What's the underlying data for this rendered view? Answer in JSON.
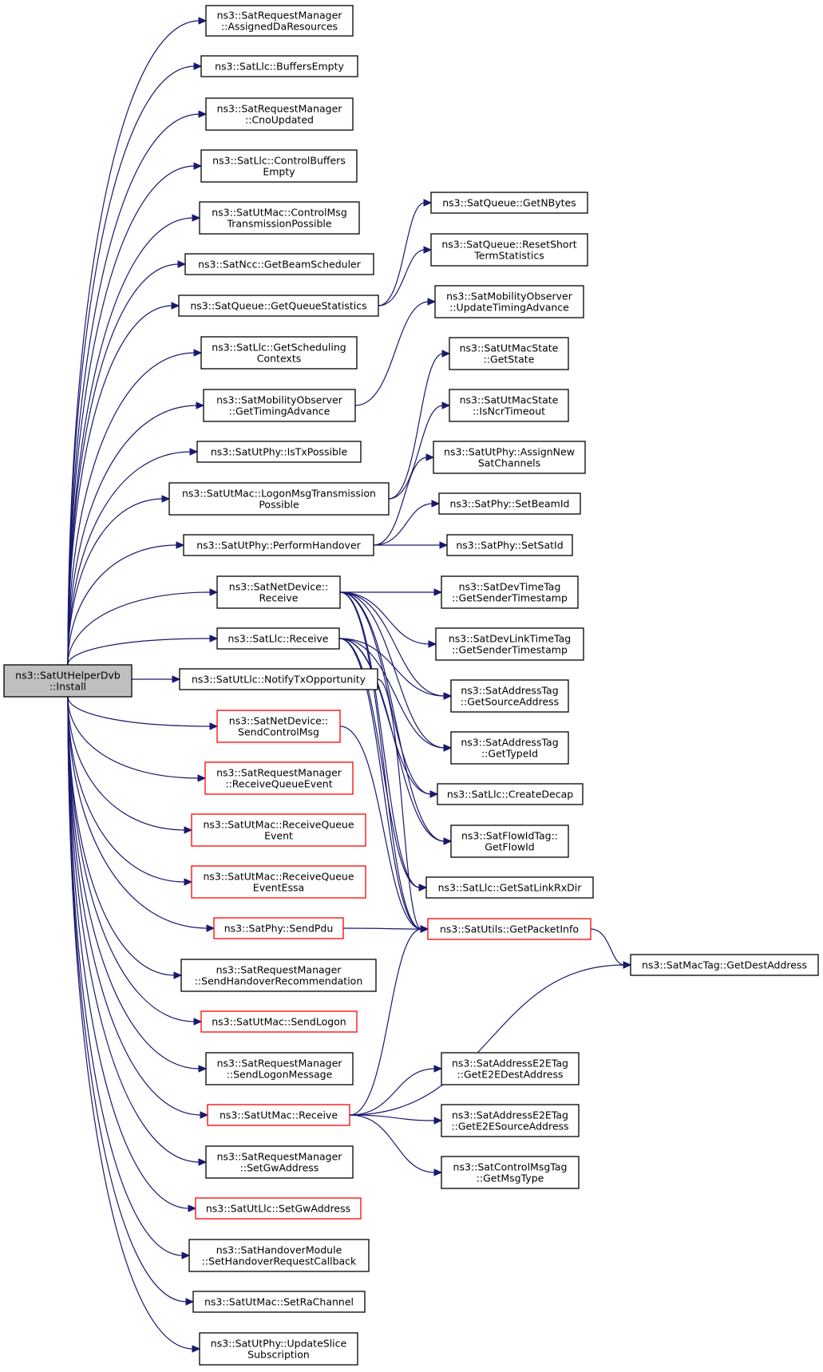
{
  "colors": {
    "edge": "#191970",
    "border_normal": "#000000",
    "border_truncated": "#ff0000",
    "root_fill": "#bfbfbf",
    "node_fill": "#ffffff"
  },
  "nodes": [
    {
      "id": "root",
      "lines": [
        "ns3::SatUtHelperDvb",
        "::Install"
      ],
      "style": "root"
    },
    {
      "id": "n1",
      "lines": [
        "ns3::SatRequestManager",
        "::AssignedDaResources"
      ],
      "style": "normal"
    },
    {
      "id": "n2",
      "lines": [
        "ns3::SatLlc::BuffersEmpty"
      ],
      "style": "normal"
    },
    {
      "id": "n3",
      "lines": [
        "ns3::SatRequestManager",
        "::CnoUpdated"
      ],
      "style": "normal"
    },
    {
      "id": "n4",
      "lines": [
        "ns3::SatLlc::ControlBuffers",
        "Empty"
      ],
      "style": "normal"
    },
    {
      "id": "n5",
      "lines": [
        "ns3::SatUtMac::ControlMsg",
        "TransmissionPossible"
      ],
      "style": "normal"
    },
    {
      "id": "n6",
      "lines": [
        "ns3::SatNcc::GetBeamScheduler"
      ],
      "style": "normal"
    },
    {
      "id": "n7",
      "lines": [
        "ns3::SatQueue::GetQueueStatistics"
      ],
      "style": "normal"
    },
    {
      "id": "n8",
      "lines": [
        "ns3::SatLlc::GetScheduling",
        "Contexts"
      ],
      "style": "normal"
    },
    {
      "id": "n9",
      "lines": [
        "ns3::SatMobilityObserver",
        "::GetTimingAdvance"
      ],
      "style": "normal"
    },
    {
      "id": "n10",
      "lines": [
        "ns3::SatUtPhy::IsTxPossible"
      ],
      "style": "normal"
    },
    {
      "id": "n11",
      "lines": [
        "ns3::SatUtMac::LogonMsgTransmission",
        "Possible"
      ],
      "style": "normal"
    },
    {
      "id": "n12",
      "lines": [
        "ns3::SatUtPhy::PerformHandover"
      ],
      "style": "normal"
    },
    {
      "id": "n13",
      "lines": [
        "ns3::SatNetDevice::",
        "Receive"
      ],
      "style": "normal"
    },
    {
      "id": "n14",
      "lines": [
        "ns3::SatLlc::Receive"
      ],
      "style": "normal"
    },
    {
      "id": "n15",
      "lines": [
        "ns3::SatUtLlc::NotifyTxOpportunity"
      ],
      "style": "normal"
    },
    {
      "id": "n16",
      "lines": [
        "ns3::SatNetDevice::",
        "SendControlMsg"
      ],
      "style": "truncated"
    },
    {
      "id": "n17",
      "lines": [
        "ns3::SatRequestManager",
        "::ReceiveQueueEvent"
      ],
      "style": "truncated"
    },
    {
      "id": "n18",
      "lines": [
        "ns3::SatUtMac::ReceiveQueue",
        "Event"
      ],
      "style": "truncated"
    },
    {
      "id": "n19",
      "lines": [
        "ns3::SatUtMac::ReceiveQueue",
        "EventEssa"
      ],
      "style": "truncated"
    },
    {
      "id": "n20",
      "lines": [
        "ns3::SatPhy::SendPdu"
      ],
      "style": "truncated"
    },
    {
      "id": "n21",
      "lines": [
        "ns3::SatRequestManager",
        "::SendHandoverRecommendation"
      ],
      "style": "normal"
    },
    {
      "id": "n22",
      "lines": [
        "ns3::SatUtMac::SendLogon"
      ],
      "style": "truncated"
    },
    {
      "id": "n23",
      "lines": [
        "ns3::SatRequestManager",
        "::SendLogonMessage"
      ],
      "style": "normal"
    },
    {
      "id": "n24",
      "lines": [
        "ns3::SatUtMac::Receive"
      ],
      "style": "truncated"
    },
    {
      "id": "n25",
      "lines": [
        "ns3::SatRequestManager",
        "::SetGwAddress"
      ],
      "style": "normal"
    },
    {
      "id": "n26",
      "lines": [
        "ns3::SatUtLlc::SetGwAddress"
      ],
      "style": "truncated"
    },
    {
      "id": "n27",
      "lines": [
        "ns3::SatHandoverModule",
        "::SetHandoverRequestCallback"
      ],
      "style": "normal"
    },
    {
      "id": "n28",
      "lines": [
        "ns3::SatUtMac::SetRaChannel"
      ],
      "style": "normal"
    },
    {
      "id": "n29",
      "lines": [
        "ns3::SatUtPhy::UpdateSlice",
        "Subscription"
      ],
      "style": "normal"
    },
    {
      "id": "m1",
      "lines": [
        "ns3::SatQueue::GetNBytes"
      ],
      "style": "normal"
    },
    {
      "id": "m2",
      "lines": [
        "ns3::SatQueue::ResetShort",
        "TermStatistics"
      ],
      "style": "normal"
    },
    {
      "id": "m3",
      "lines": [
        "ns3::SatMobilityObserver",
        "::UpdateTimingAdvance"
      ],
      "style": "normal"
    },
    {
      "id": "m4",
      "lines": [
        "ns3::SatUtMacState",
        "::GetState"
      ],
      "style": "normal"
    },
    {
      "id": "m5",
      "lines": [
        "ns3::SatUtMacState",
        "::IsNcrTimeout"
      ],
      "style": "normal"
    },
    {
      "id": "m6",
      "lines": [
        "ns3::SatUtPhy::AssignNew",
        "SatChannels"
      ],
      "style": "normal"
    },
    {
      "id": "m7",
      "lines": [
        "ns3::SatPhy::SetBeamId"
      ],
      "style": "normal"
    },
    {
      "id": "m8",
      "lines": [
        "ns3::SatPhy::SetSatId"
      ],
      "style": "normal"
    },
    {
      "id": "m9",
      "lines": [
        "ns3::SatDevTimeTag",
        "::GetSenderTimestamp"
      ],
      "style": "normal"
    },
    {
      "id": "m10",
      "lines": [
        "ns3::SatDevLinkTimeTag",
        "::GetSenderTimestamp"
      ],
      "style": "normal"
    },
    {
      "id": "m11",
      "lines": [
        "ns3::SatAddressTag",
        "::GetSourceAddress"
      ],
      "style": "normal"
    },
    {
      "id": "m12",
      "lines": [
        "ns3::SatAddressTag",
        "::GetTypeId"
      ],
      "style": "normal"
    },
    {
      "id": "m13",
      "lines": [
        "ns3::SatLlc::CreateDecap"
      ],
      "style": "normal"
    },
    {
      "id": "m14",
      "lines": [
        "ns3::SatFlowIdTag::",
        "GetFlowId"
      ],
      "style": "normal"
    },
    {
      "id": "m15",
      "lines": [
        "ns3::SatLlc::GetSatLinkRxDir"
      ],
      "style": "normal"
    },
    {
      "id": "m16",
      "lines": [
        "ns3::SatUtils::GetPacketInfo"
      ],
      "style": "truncated"
    },
    {
      "id": "m17",
      "lines": [
        "ns3::SatAddressE2ETag",
        "::GetE2EDestAddress"
      ],
      "style": "normal"
    },
    {
      "id": "m18",
      "lines": [
        "ns3::SatAddressE2ETag",
        "::GetE2ESourceAddress"
      ],
      "style": "normal"
    },
    {
      "id": "m19",
      "lines": [
        "ns3::SatControlMsgTag",
        "::GetMsgType"
      ],
      "style": "normal"
    },
    {
      "id": "m20",
      "lines": [
        "ns3::SatMacTag::GetDestAddress"
      ],
      "style": "normal"
    }
  ],
  "edges": [
    [
      "root",
      "n1"
    ],
    [
      "root",
      "n2"
    ],
    [
      "root",
      "n3"
    ],
    [
      "root",
      "n4"
    ],
    [
      "root",
      "n5"
    ],
    [
      "root",
      "n6"
    ],
    [
      "root",
      "n7"
    ],
    [
      "root",
      "n8"
    ],
    [
      "root",
      "n9"
    ],
    [
      "root",
      "n10"
    ],
    [
      "root",
      "n11"
    ],
    [
      "root",
      "n12"
    ],
    [
      "root",
      "n13"
    ],
    [
      "root",
      "n14"
    ],
    [
      "root",
      "n15"
    ],
    [
      "root",
      "n16"
    ],
    [
      "root",
      "n17"
    ],
    [
      "root",
      "n18"
    ],
    [
      "root",
      "n19"
    ],
    [
      "root",
      "n20"
    ],
    [
      "root",
      "n21"
    ],
    [
      "root",
      "n22"
    ],
    [
      "root",
      "n23"
    ],
    [
      "root",
      "n24"
    ],
    [
      "root",
      "n25"
    ],
    [
      "root",
      "n26"
    ],
    [
      "root",
      "n27"
    ],
    [
      "root",
      "n28"
    ],
    [
      "root",
      "n29"
    ],
    [
      "n7",
      "m1"
    ],
    [
      "n7",
      "m2"
    ],
    [
      "n9",
      "m3"
    ],
    [
      "n11",
      "m4"
    ],
    [
      "n11",
      "m5"
    ],
    [
      "n12",
      "m6"
    ],
    [
      "n12",
      "m7"
    ],
    [
      "n12",
      "m8"
    ],
    [
      "n13",
      "m9"
    ],
    [
      "n13",
      "m10"
    ],
    [
      "n13",
      "m11"
    ],
    [
      "n13",
      "m12"
    ],
    [
      "n13",
      "m13"
    ],
    [
      "n13",
      "m14"
    ],
    [
      "n13",
      "m15"
    ],
    [
      "n13",
      "m16"
    ],
    [
      "n14",
      "m11"
    ],
    [
      "n14",
      "m12"
    ],
    [
      "n14",
      "m13"
    ],
    [
      "n14",
      "m14"
    ],
    [
      "n14",
      "m15"
    ],
    [
      "n14",
      "m16"
    ],
    [
      "n15",
      "m16"
    ],
    [
      "n16",
      "m16"
    ],
    [
      "n20",
      "m16"
    ],
    [
      "n24",
      "m16"
    ],
    [
      "n24",
      "m17"
    ],
    [
      "n24",
      "m18"
    ],
    [
      "n24",
      "m19"
    ],
    [
      "n24",
      "m20"
    ],
    [
      "m16",
      "m20"
    ]
  ]
}
